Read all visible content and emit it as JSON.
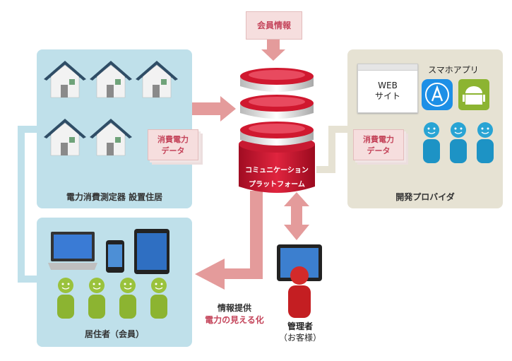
{
  "member_info": "会員情報",
  "platform": {
    "line1": "コミュニケーション",
    "line2": "プラットフォーム"
  },
  "top_left": {
    "label": "電力消費測定器  設置住居"
  },
  "note_left": {
    "line1": "消費電力",
    "line2": "データ"
  },
  "bottom_left": {
    "label": "居住者（会員）"
  },
  "right_panel": {
    "label": "開発プロバイダ",
    "web_line1": "WEB",
    "web_line2": "サイト",
    "app_label": "スマホアプリ"
  },
  "note_right": {
    "line1": "消費電力",
    "line2": "データ"
  },
  "info_provision": {
    "line1": "情報提供",
    "line2": "電力の見える化"
  },
  "admin": {
    "line1": "管理者",
    "line2": "（お客様）"
  },
  "colors": {
    "accent_red": "#c0102a",
    "arrow_pink": "#e49b9b",
    "link_line": "#bfe0ea"
  }
}
